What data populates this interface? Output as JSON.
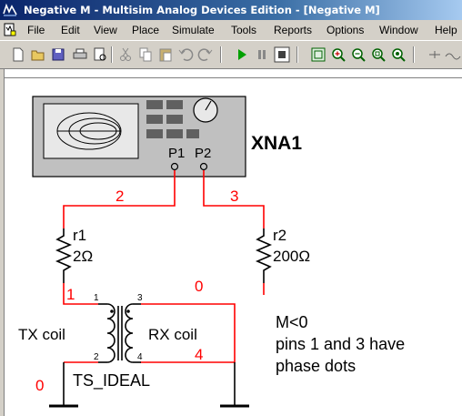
{
  "window": {
    "title": "Negative M - Multisim Analog Devices Edition - [Negative M]"
  },
  "menu": {
    "items": [
      {
        "key": "file",
        "label": "File"
      },
      {
        "key": "edit",
        "label": "Edit"
      },
      {
        "key": "view",
        "label": "View"
      },
      {
        "key": "place",
        "label": "Place"
      },
      {
        "key": "simulate",
        "label": "Simulate"
      },
      {
        "key": "tools",
        "label": "Tools"
      },
      {
        "key": "reports",
        "label": "Reports"
      },
      {
        "key": "options",
        "label": "Options"
      },
      {
        "key": "window",
        "label": "Window"
      },
      {
        "key": "help",
        "label": "Help"
      }
    ]
  },
  "toolbar": {
    "icons": [
      "new-icon",
      "open-icon",
      "save-icon",
      "print-icon",
      "print-preview-icon",
      "cut-icon",
      "copy-icon",
      "paste-icon",
      "undo-icon",
      "redo-icon",
      "run-icon",
      "pause-icon",
      "stop-icon",
      "fit-page-icon",
      "zoom-in-icon",
      "zoom-out-icon",
      "zoom-area-icon",
      "zoom-fit-icon",
      "probe-icon",
      "wire-icon"
    ]
  },
  "schematic": {
    "instrument": {
      "ref": "XNA1",
      "port1": "P1",
      "port2": "P2"
    },
    "resistors": [
      {
        "ref": "r1",
        "value": "2Ω"
      },
      {
        "ref": "r2",
        "value": "200Ω"
      }
    ],
    "transformer": {
      "name": "TS_IDEAL",
      "primary_label": "TX coil",
      "secondary_label": "RX coil",
      "pins": [
        "1",
        "2",
        "3",
        "4"
      ]
    },
    "nets": [
      "2",
      "3",
      "1",
      "0",
      "4",
      "0"
    ],
    "note": [
      "M<0",
      "pins 1 and 3 have",
      "phase dots"
    ],
    "colors": {
      "wire": "#ff0000",
      "component": "#000000",
      "instrument_body": "#c0c0c0"
    }
  }
}
